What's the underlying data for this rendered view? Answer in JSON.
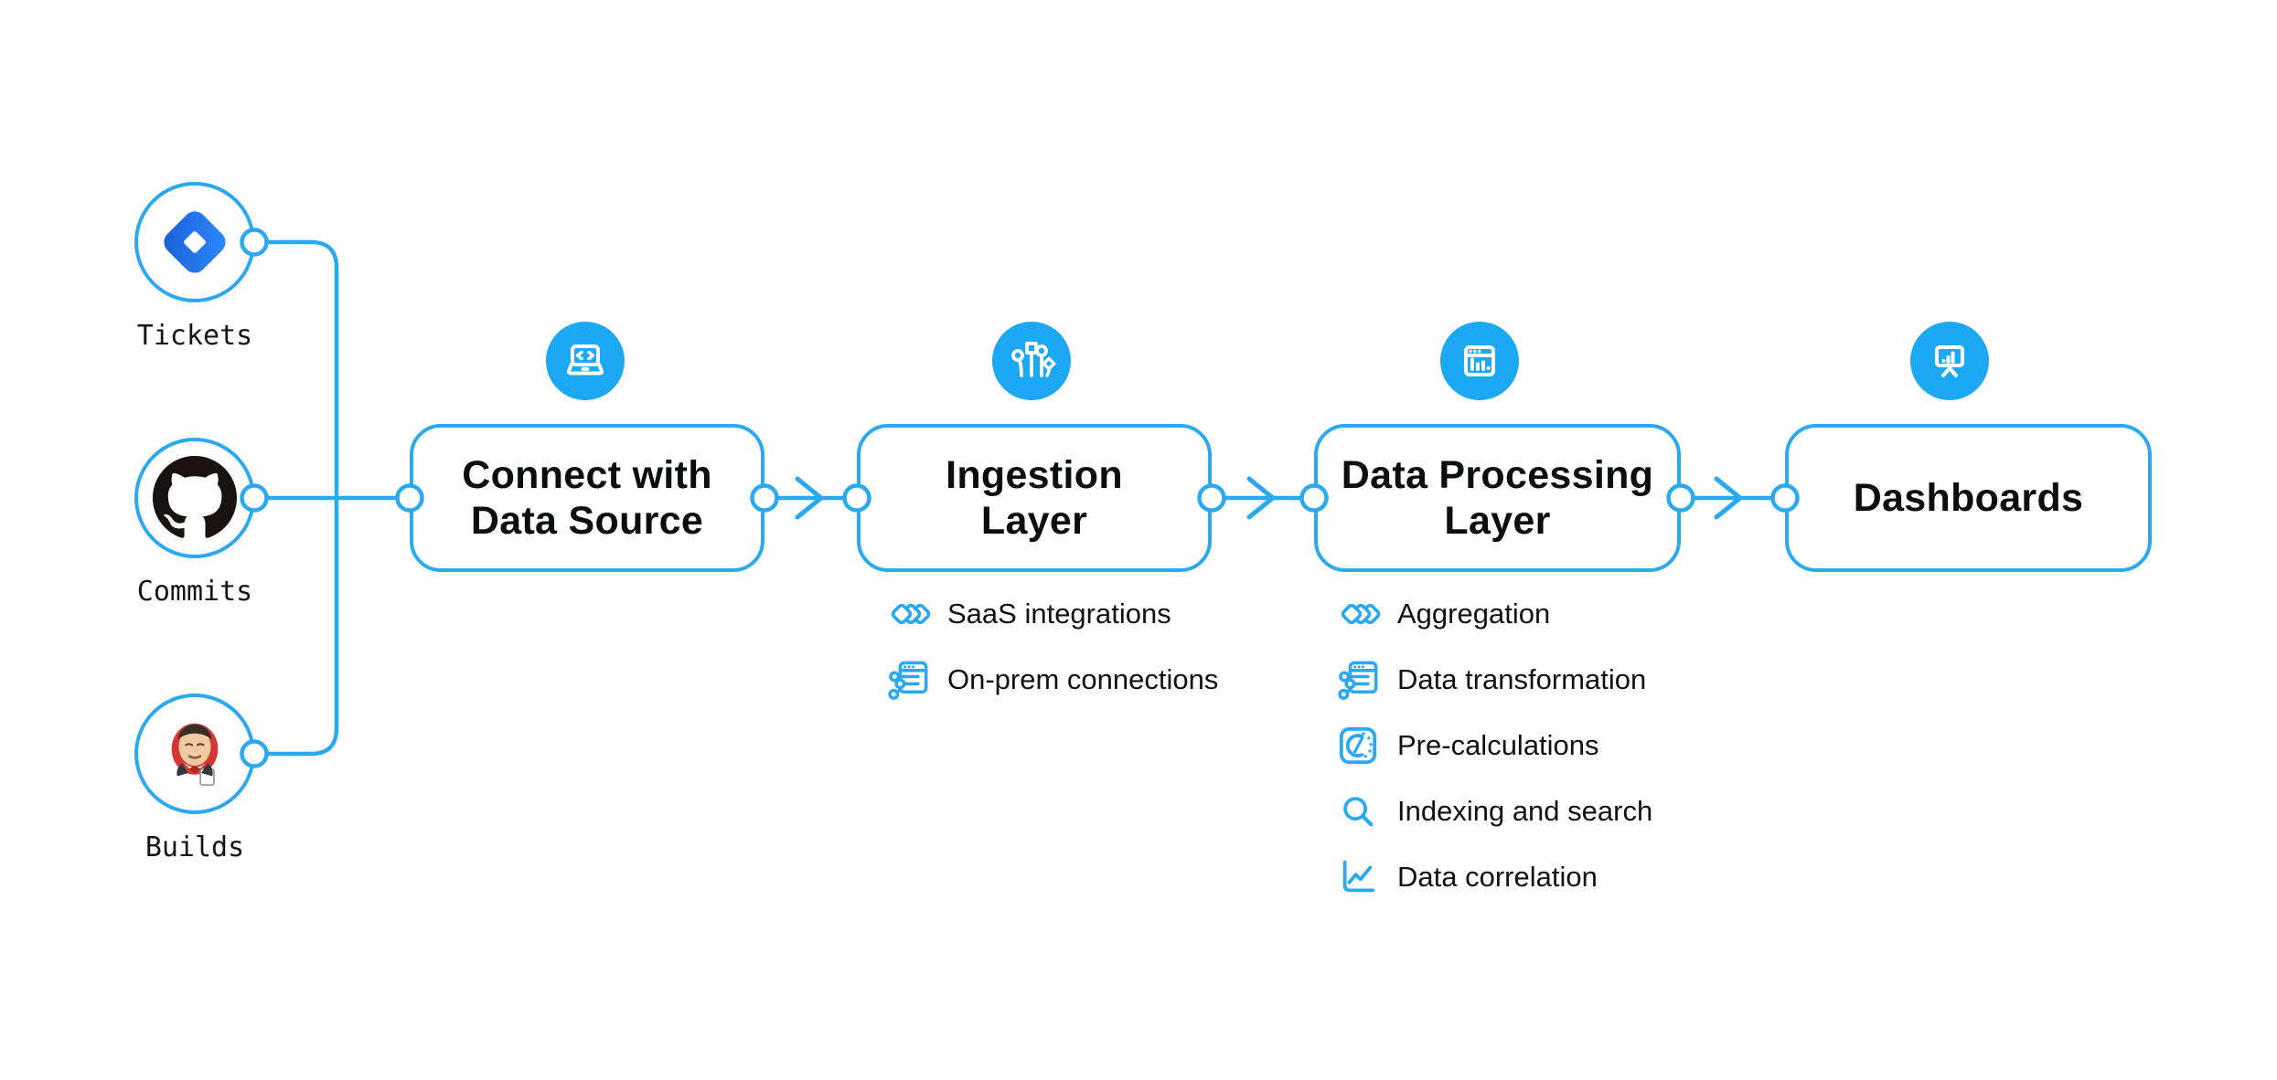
{
  "colors": {
    "accent": "#2AA9F1",
    "accent_fill": "#1CA8F2",
    "text": "#101113",
    "jira_blue": "#2684FF",
    "github_black": "#181210",
    "jenkins_red": "#D33833"
  },
  "sources": [
    {
      "label": "Tickets",
      "icon": "jira-icon"
    },
    {
      "label": "Commits",
      "icon": "github-icon"
    },
    {
      "label": "Builds",
      "icon": "jenkins-icon"
    }
  ],
  "stages": [
    {
      "title_lines": [
        "Connect with",
        "Data Source"
      ],
      "badge_icon": "laptop-code-icon",
      "items": []
    },
    {
      "title_lines": [
        "Ingestion",
        "Layer"
      ],
      "badge_icon": "data-ingestion-icon",
      "items": [
        {
          "label": "SaaS integrations",
          "icon": "diamonds-icon"
        },
        {
          "label": "On-prem connections",
          "icon": "window-sliders-icon"
        }
      ]
    },
    {
      "title_lines": [
        "Data Processing",
        "Layer"
      ],
      "badge_icon": "window-chart-icon",
      "items": [
        {
          "label": "Aggregation",
          "icon": "diamonds-icon"
        },
        {
          "label": "Data transformation",
          "icon": "window-sliders-icon"
        },
        {
          "label": "Pre-calculations",
          "icon": "gauge-icon"
        },
        {
          "label": "Indexing and search",
          "icon": "search-icon"
        },
        {
          "label": "Data correlation",
          "icon": "line-chart-icon"
        }
      ]
    },
    {
      "title_lines": [
        "Dashboards"
      ],
      "badge_icon": "presentation-chart-icon",
      "items": []
    }
  ]
}
